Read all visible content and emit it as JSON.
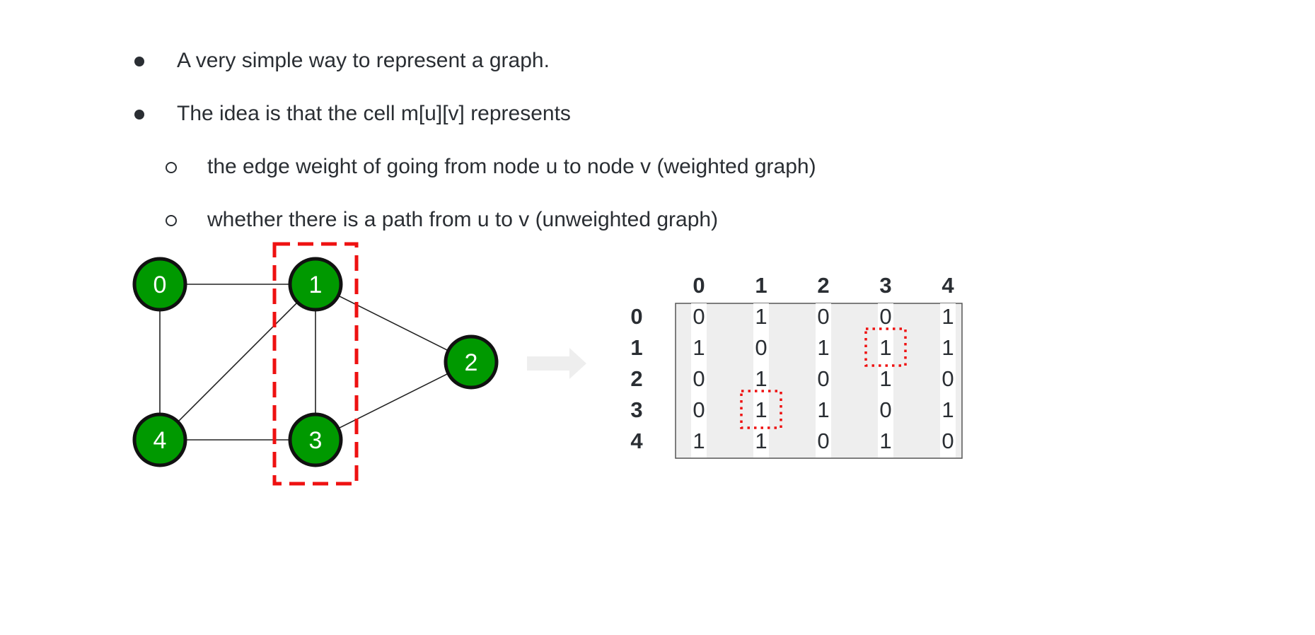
{
  "bullets": [
    {
      "level": 1,
      "text": "A very simple way to represent a graph."
    },
    {
      "level": 1,
      "text": "The idea is that the cell m[u][v] represents"
    },
    {
      "level": 2,
      "text": "the edge weight of going from node u to node v (weighted graph)"
    },
    {
      "level": 2,
      "text": "whether there is a path from u to v (unweighted graph)"
    }
  ],
  "graph": {
    "nodes": [
      "0",
      "1",
      "2",
      "3",
      "4"
    ],
    "edges": [
      [
        "0",
        "1"
      ],
      [
        "0",
        "4"
      ],
      [
        "1",
        "2"
      ],
      [
        "1",
        "3"
      ],
      [
        "1",
        "4"
      ],
      [
        "2",
        "3"
      ],
      [
        "3",
        "4"
      ]
    ],
    "highlighted_nodes": [
      "1",
      "3"
    ],
    "node_color": "#009900",
    "highlight_color": "#ee1111"
  },
  "matrix": {
    "col_headers": [
      "0",
      "1",
      "2",
      "3",
      "4"
    ],
    "row_headers": [
      "0",
      "1",
      "2",
      "3",
      "4"
    ],
    "cells": [
      [
        "0",
        "1",
        "0",
        "0",
        "1"
      ],
      [
        "1",
        "0",
        "1",
        "1",
        "1"
      ],
      [
        "0",
        "1",
        "0",
        "1",
        "0"
      ],
      [
        "0",
        "1",
        "1",
        "0",
        "1"
      ],
      [
        "1",
        "1",
        "0",
        "1",
        "0"
      ]
    ],
    "highlighted_cells": [
      [
        1,
        3
      ],
      [
        3,
        1
      ]
    ],
    "background_color": "#eeeeee"
  }
}
